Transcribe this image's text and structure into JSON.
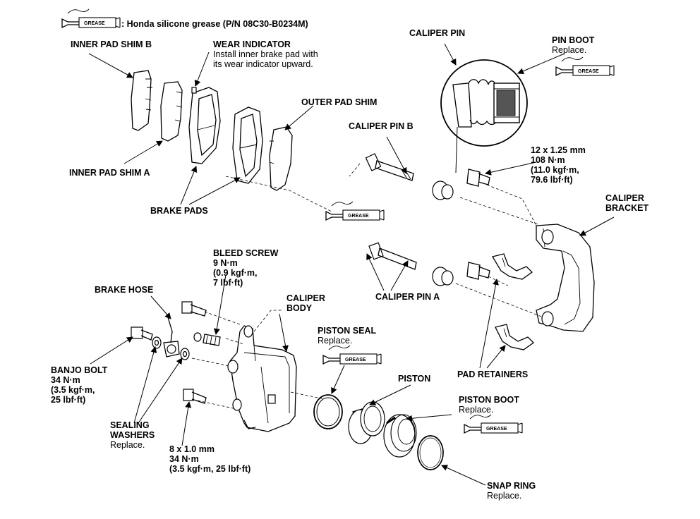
{
  "legend": {
    "tube_text": "GREASE",
    "text": ": Honda silicone grease (P/N 08C30-B0234M)"
  },
  "grease_tube_text": "GREASE",
  "labels": {
    "inner_pad_shim_b": "INNER PAD SHIM B",
    "wear_indicator": {
      "title": "WEAR INDICATOR",
      "note1": "Install inner brake pad with",
      "note2": "its wear indicator upward."
    },
    "outer_pad_shim": "OUTER PAD SHIM",
    "inner_pad_shim_a": "INNER PAD SHIM A",
    "brake_pads": "BRAKE PADS",
    "caliper_pin": "CALIPER PIN",
    "pin_boot": {
      "title": "PIN BOOT",
      "note": "Replace."
    },
    "caliper_pin_b": "CALIPER PIN B",
    "bracket_bolt_torque": {
      "l1": "12 x 1.25 mm",
      "l2": "108 N·m",
      "l3": "(11.0 kgf·m,",
      "l4": "79.6 lbf·ft)"
    },
    "caliper_bracket": {
      "l1": "CALIPER",
      "l2": "BRACKET"
    },
    "bleed_screw": {
      "title": "BLEED SCREW",
      "l1": "9 N·m",
      "l2": "(0.9 kgf·m,",
      "l3": "7 lbf·ft)"
    },
    "brake_hose": "BRAKE HOSE",
    "caliper_body": {
      "l1": "CALIPER",
      "l2": "BODY"
    },
    "caliper_pin_a": "CALIPER PIN A",
    "piston_seal": {
      "title": "PISTON SEAL",
      "note": "Replace."
    },
    "piston": "PISTON",
    "pad_retainers": "PAD RETAINERS",
    "banjo_bolt": {
      "title": "BANJO BOLT",
      "l1": "34 N·m",
      "l2": "(3.5 kgf·m,",
      "l3": "25 lbf·ft)"
    },
    "piston_boot": {
      "title": "PISTON BOOT",
      "note": "Replace."
    },
    "sealing_washers": {
      "l1": "SEALING",
      "l2": "WASHERS",
      "note": "Replace."
    },
    "caliper_bolt_torque": {
      "l1": "8 x 1.0 mm",
      "l2": "34 N·m",
      "l3": "(3.5 kgf·m, 25 lbf·ft)"
    },
    "snap_ring": {
      "title": "SNAP RING",
      "note": "Replace."
    }
  }
}
